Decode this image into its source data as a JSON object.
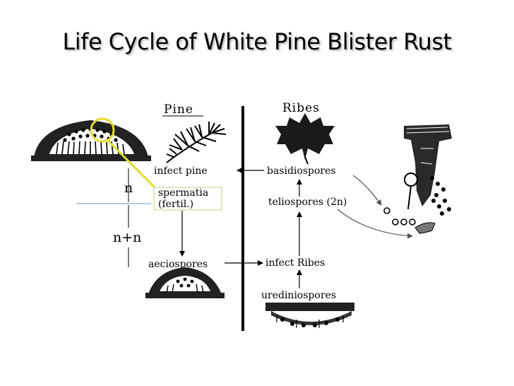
{
  "title": "Life Cycle of White Pine Blister Rust",
  "headers": {
    "pine": "Pine",
    "ribes": "Ribes"
  },
  "labels": {
    "infect_pine": "infect pine",
    "spermatia": "spermatia",
    "fertil": "(fertil.)",
    "aeciospores": "aeciospores",
    "basidiospores": "basidiospores",
    "teliospores": "teliospores (2n)",
    "infect_ribes": "infect Ribes",
    "urediniospores": "urediniospores"
  },
  "ploidy": {
    "n": "n",
    "n_plus_n": "n+n"
  },
  "colors": {
    "highlight": "#e6dc2e",
    "spermatia_box": "#cfe0a8",
    "ink": "#000000"
  }
}
